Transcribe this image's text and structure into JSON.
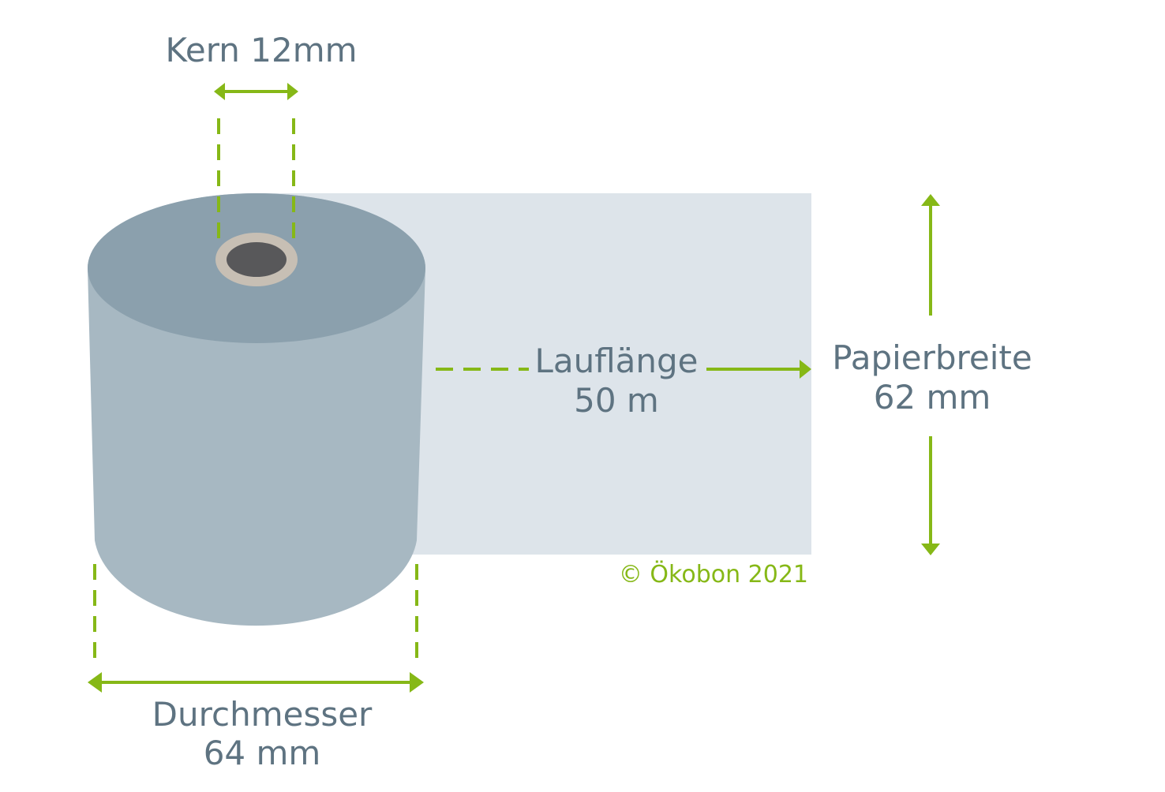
{
  "colors": {
    "accent": "#86b817",
    "text": "#5e7381",
    "roll_top": "#8ba0ad",
    "roll_side": "#a7b8c2",
    "paper": "#dde4ea",
    "core_ring": "#c7bfb4",
    "core_hole": "#58585a"
  },
  "labels": {
    "kern": "Kern 12mm",
    "lauflaenge_line1": "Lauflänge",
    "lauflaenge_line2": "50 m",
    "papierbreite_line1": "Papierbreite",
    "papierbreite_line2": "62 mm",
    "durchmesser_line1": "Durchmesser",
    "durchmesser_line2": "64 mm",
    "copyright": "© Ökobon 2021"
  }
}
